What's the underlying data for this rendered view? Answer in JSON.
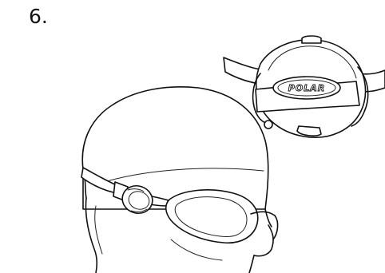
{
  "step": {
    "number": "6."
  },
  "illustration": {
    "logo_text": "POLAR",
    "subject": "swim-cap-head-with-goggles-and-sensor",
    "detail": "sensor-clip-on-goggle-strap"
  }
}
